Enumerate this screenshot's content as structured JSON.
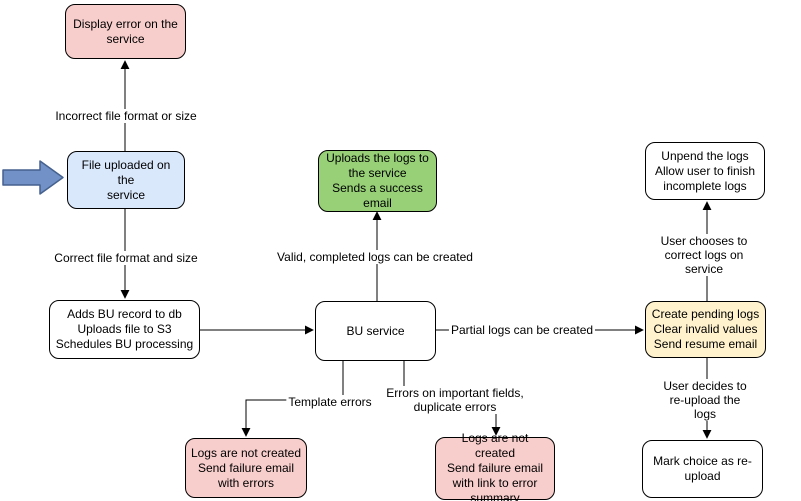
{
  "colors": {
    "pink": "#F8CECC",
    "blue": "#DAE8FC",
    "green": "#97D077",
    "yellow": "#FFF2CC",
    "white": "#FFFFFF",
    "arrow_blue": "#7191C7",
    "arrow_blue_stroke": "#45618E",
    "line": "#000000"
  },
  "nodes": {
    "display_error": {
      "text": "Display error on the\nservice"
    },
    "file_uploaded": {
      "text": "File uploaded on the\nservice"
    },
    "adds_bu": {
      "text": "Adds BU record to db\nUploads file to S3\nSchedules BU processing"
    },
    "uploads_logs": {
      "text": "Uploads the logs to\nthe service\nSends a success\nemail"
    },
    "bu_service": {
      "text": "BU service"
    },
    "unpend": {
      "text": "Unpend the logs\nAllow user to finish\nincomplete logs"
    },
    "create_pending": {
      "text": "Create pending logs\nClear invalid values\nSend resume email"
    },
    "mark_choice": {
      "text": "Mark choice as re-\nupload"
    },
    "fail_errors": {
      "text": "Logs are not created\nSend failure email\nwith errors"
    },
    "fail_summary": {
      "text": "Logs are not created\nSend failure email\nwith link to error\nsummary"
    }
  },
  "edge_labels": {
    "incorrect": "Incorrect file format or size",
    "correct": "Correct file format and size",
    "valid": "Valid, completed logs can be created",
    "partial": "Partial logs can be created",
    "template": "Template errors",
    "important": "Errors on important fields,\nduplicate errors",
    "choose": "User chooses to correct logs on service",
    "reupload": "User decides to re-upload the logs"
  },
  "icons": {
    "entry_arrow": "right-arrow"
  }
}
